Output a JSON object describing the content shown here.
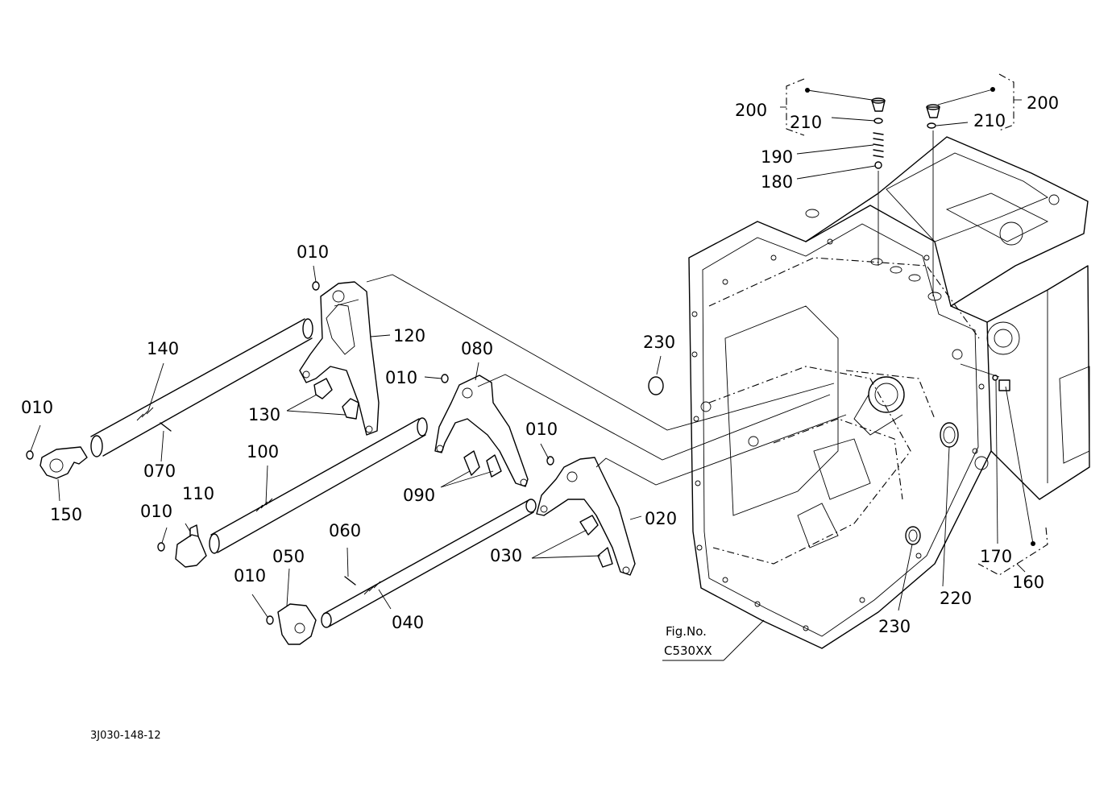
{
  "callouts": {
    "c010_a": "010",
    "c010_b": "010",
    "c010_c": "010",
    "c010_d": "010",
    "c010_e": "010",
    "c010_f": "010",
    "c020": "020",
    "c030": "030",
    "c040": "040",
    "c050": "050",
    "c060": "060",
    "c070": "070",
    "c080": "080",
    "c090": "090",
    "c100": "100",
    "c110": "110",
    "c120": "120",
    "c130": "130",
    "c140": "140",
    "c150": "150",
    "c160": "160",
    "c170": "170",
    "c180": "180",
    "c190": "190",
    "c200_left": "200",
    "c200_right": "200",
    "c210_left": "210",
    "c210_right": "210",
    "c220": "220",
    "c230_top": "230",
    "c230_bottom": "230"
  },
  "reference": {
    "fig_label": "Fig.No.",
    "fig_number": "C530XX"
  },
  "drawing_code": "3J030-148-12"
}
